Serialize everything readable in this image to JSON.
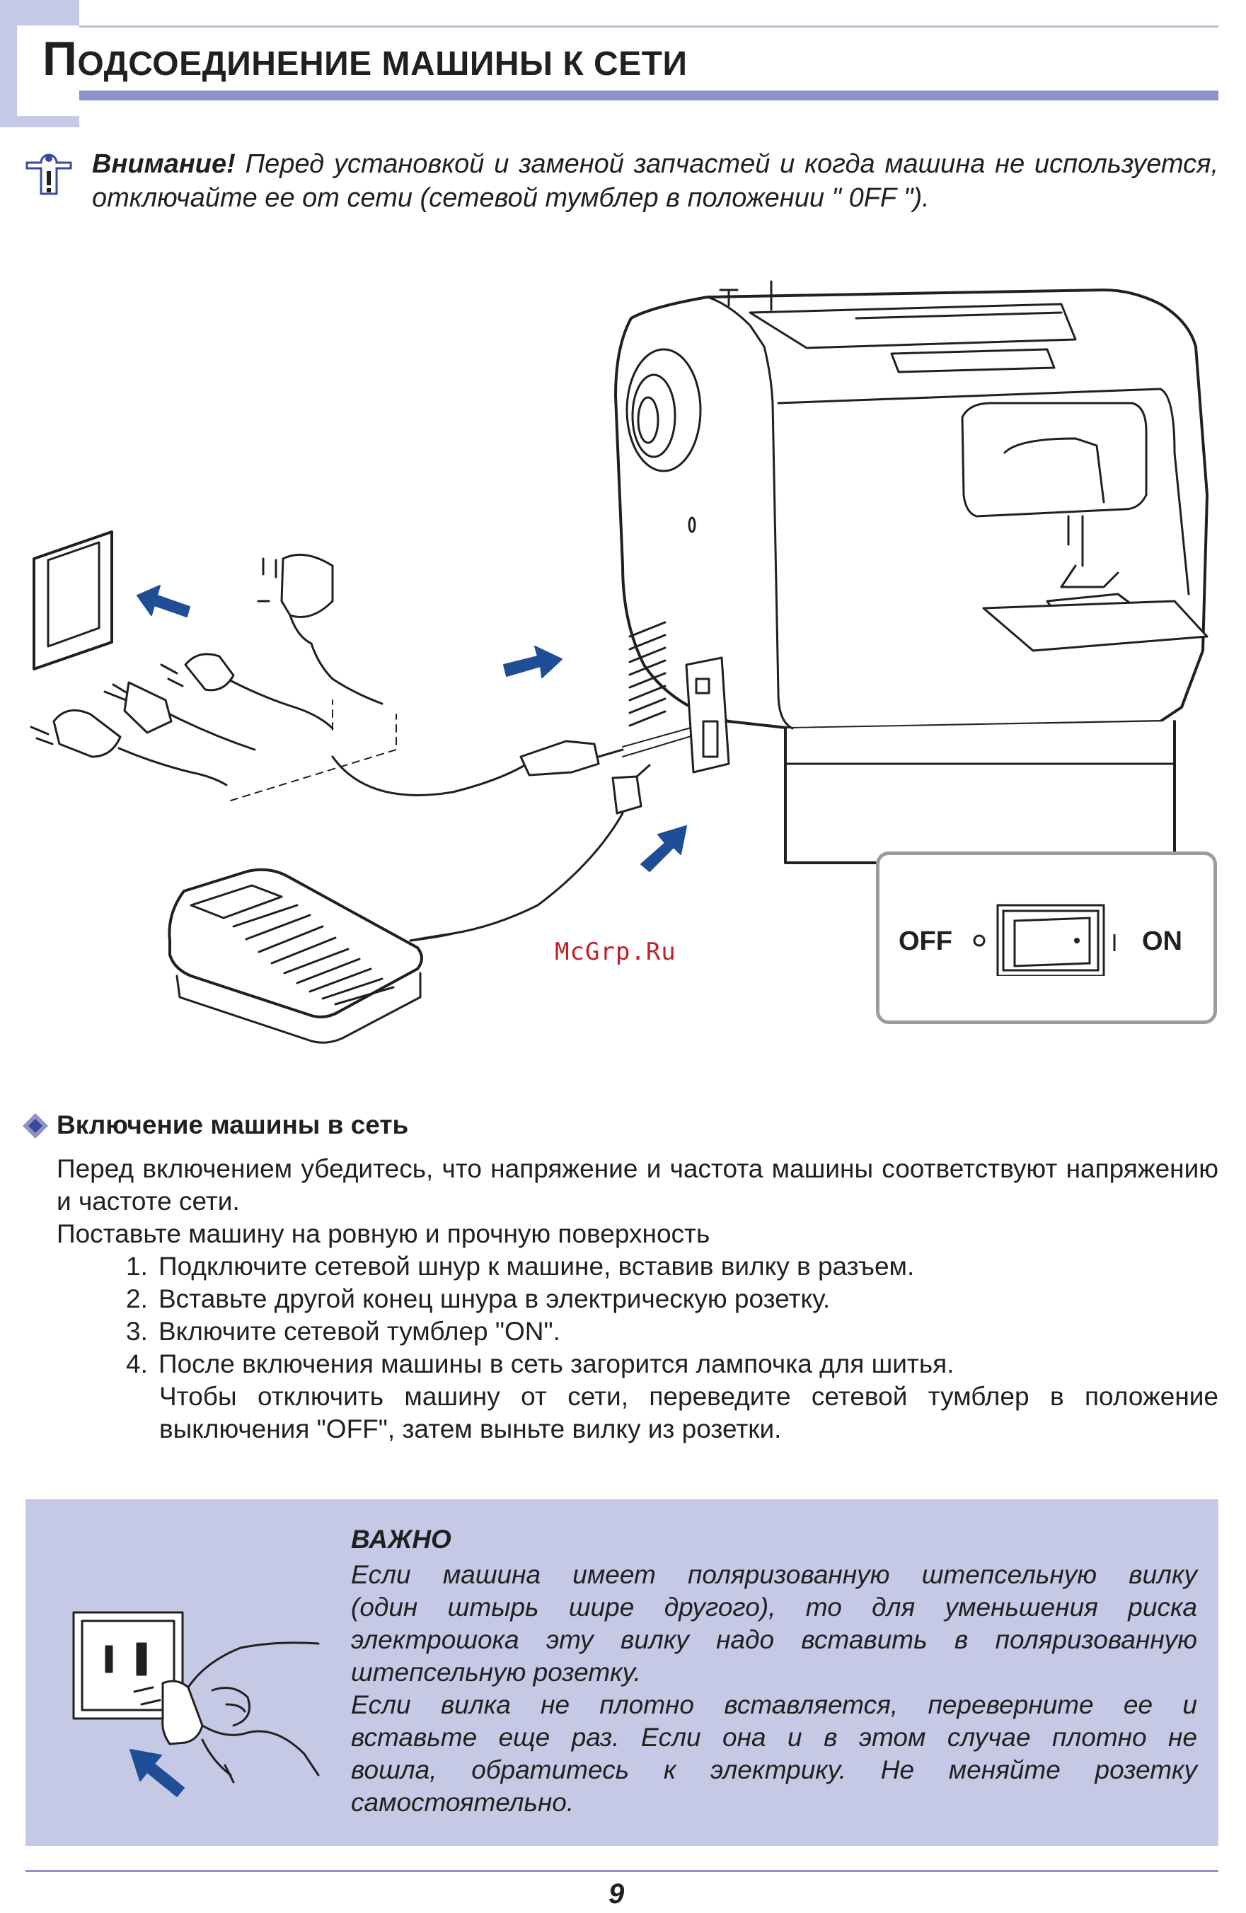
{
  "header": {
    "title_first_letter": "П",
    "title_rest": "ОДСОЕДИНЕНИЕ МАШИНЫ К СЕТИ"
  },
  "warning": {
    "label": "Внимание!",
    "text": "Перед установкой и заменой запчастей и когда машина не используется, отключайте ее от сети (сетевой тумблер в положении \" 0FF \")."
  },
  "switch_inset": {
    "off_label": "OFF",
    "on_label": "ON"
  },
  "watermark": "McGrp.Ru",
  "section": {
    "heading": "Включение машины в сеть",
    "para1": "Перед включением убедитесь, что напряжение  и частота машины соответствуют напряжению и частоте сети.",
    "para2": "Поставьте машину на ровную и прочную поверхность",
    "steps": [
      {
        "num": "1.",
        "text": "Подключите сетевой шнур к машине, вставив вилку в разъем."
      },
      {
        "num": "2.",
        "text": "Вставьте другой конец шнура в электрическую розетку."
      },
      {
        "num": "3.",
        "text": "Включите сетевой тумблер \"ON\"."
      },
      {
        "num": "4.",
        "text": "После включения машины в сеть загорится лампочка для шитья."
      }
    ],
    "step4_continuation": "Чтобы отключить машину от сети, переведите сетевой  тумблер в положение выключения \"OFF\", затем выньте вилку из розетки."
  },
  "important": {
    "title": "ВАЖНО",
    "lines": [
      "Если машина имеет поляризованную штепсельную вилку",
      "(один штырь шире другого), то для уменьшения риска",
      "электрошока эту вилку надо вставить в поляризованную",
      "штепсельную розетку.",
      "Если вилка не плотно вставляется, переверните ее и",
      "вставьте еще раз. Если она и в этом случае плотно не",
      "вошла, обратитесь к электрику. Не меняйте розетку",
      "самостоятельно."
    ]
  },
  "footer": {
    "page_number": "9"
  },
  "colors": {
    "accent_bar": "#8d93c9",
    "accent_light": "#c5c9e6",
    "arrow_blue": "#1f4e96",
    "watermark_red": "#c0202a"
  }
}
